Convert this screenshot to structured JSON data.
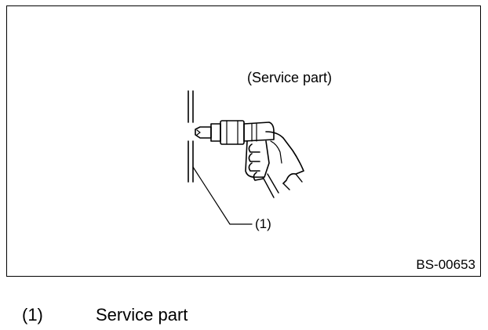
{
  "figure": {
    "top_label": "(Service part)",
    "callout": "(1)",
    "code": "BS-00653"
  },
  "legend": {
    "items": [
      {
        "num": "(1)",
        "text": "Service part"
      }
    ]
  }
}
